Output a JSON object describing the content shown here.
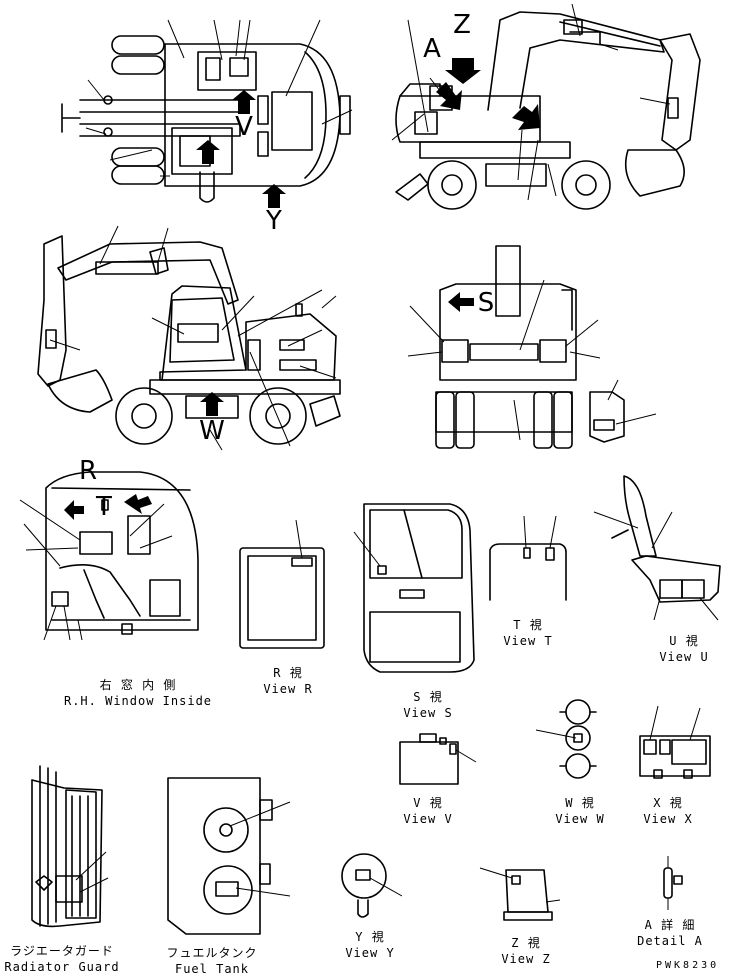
{
  "views": {
    "rh_window": {
      "jp": "右 窓 内 側",
      "en": "R.H. Window Inside"
    },
    "view_r": {
      "jp": "R  視",
      "en": "View R"
    },
    "view_s": {
      "jp": "S  視",
      "en": "View S"
    },
    "view_t": {
      "jp": "T  視",
      "en": "View T"
    },
    "view_u": {
      "jp": "U  視",
      "en": "View U"
    },
    "view_v": {
      "jp": "V  視",
      "en": "View V"
    },
    "view_w": {
      "jp": "W  視",
      "en": "View W"
    },
    "view_x": {
      "jp": "X  視",
      "en": "View X"
    },
    "view_y": {
      "jp": "Y  視",
      "en": "View Y"
    },
    "view_z": {
      "jp": "Z  視",
      "en": "View Z"
    },
    "detail_a": {
      "jp": "A 詳 細",
      "en": "Detail A"
    },
    "radiator_guard": {
      "jp": "ラジエータガード",
      "en": "Radiator Guard"
    },
    "fuel_tank": {
      "jp": "フュエルタンク",
      "en": "Fuel Tank"
    }
  },
  "markers": {
    "y": "Y",
    "z": "Z",
    "a": "A",
    "v": "V",
    "w": "W",
    "s": "S",
    "r": "R",
    "t": "T"
  },
  "drawing_code": "PWK8230"
}
